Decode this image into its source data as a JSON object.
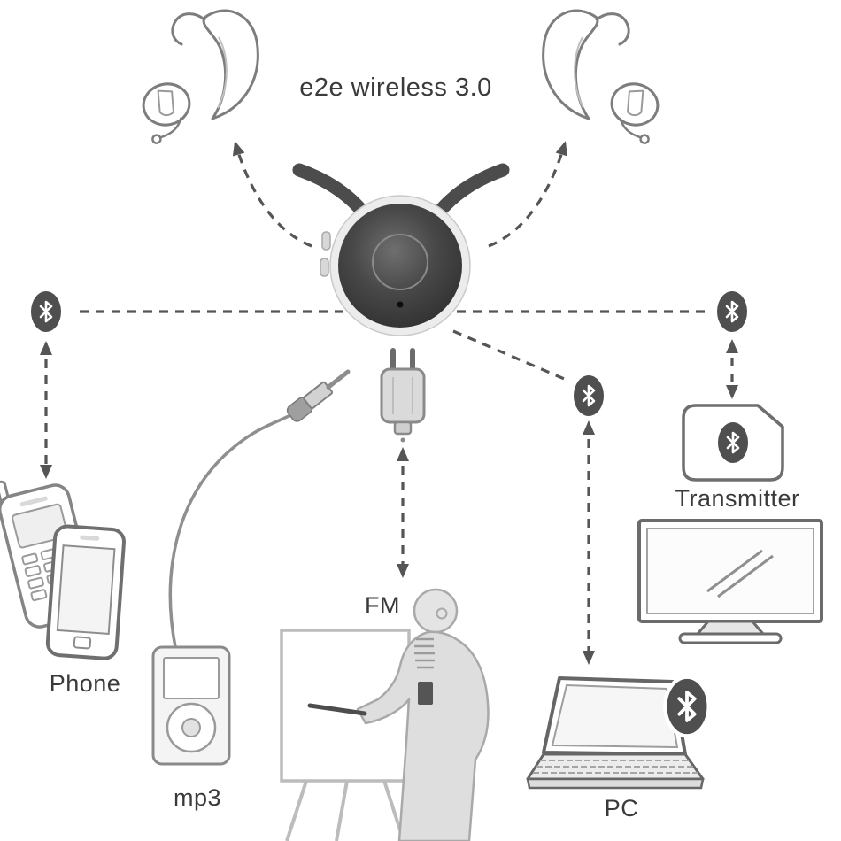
{
  "title": "e2e wireless 3.0",
  "labels": {
    "phone": "Phone",
    "mp3": "mp3",
    "fm": "FM",
    "transmitter": "Transmitter",
    "pc": "PC"
  },
  "icons": {
    "bluetooth": "bluetooth-icon",
    "hearing_aid_left": "hearing-aid-left-icon",
    "hearing_aid_right": "hearing-aid-right-icon",
    "streamer": "streamer-device-icon",
    "feature_phone": "feature-phone-icon",
    "smartphone": "smartphone-icon",
    "mp3_player": "mp3-player-icon",
    "audio_jack": "audio-jack-icon",
    "fm_connector": "fm-connector-icon",
    "flipchart": "flipchart-icon",
    "presenter": "presenter-icon",
    "transmitter_card": "transmitter-icon",
    "tv": "tv-icon",
    "laptop": "laptop-icon"
  },
  "colors": {
    "background": "#ffffff",
    "connection_line": "#555555",
    "text": "#3a3a3a",
    "bluetooth_badge": "#4f4f4f",
    "device_dark": "#3a3a3a",
    "silhouette": "#dedede"
  }
}
